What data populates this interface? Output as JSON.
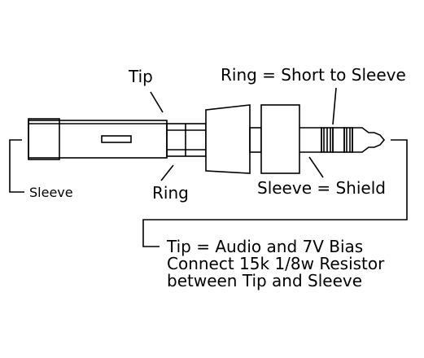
{
  "labels": {
    "tip": "Tip",
    "ring": "Ring",
    "sleeve": "Sleeve",
    "ring_short": "Ring = Short to Sleeve",
    "sleeve_shield": "Sleeve = Shield",
    "note_line1": "Tip = Audio and 7V Bias",
    "note_line2": "Connect 15k 1/8w  Resistor",
    "note_line3": "between Tip and Sleeve"
  },
  "colors": {
    "line": "#000000",
    "background": "#ffffff"
  }
}
